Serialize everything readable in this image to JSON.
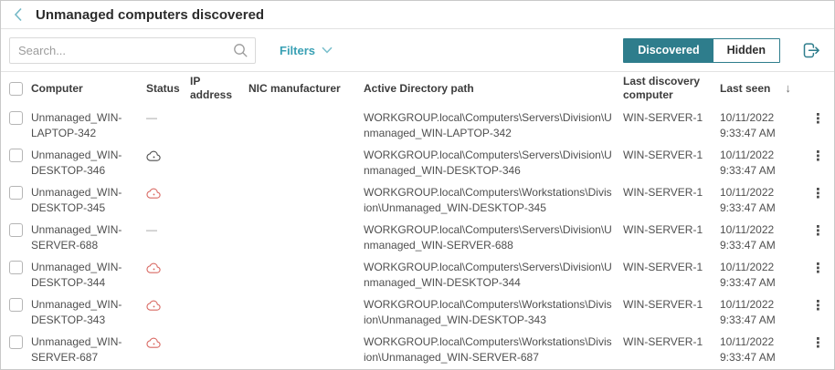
{
  "header": {
    "title": "Unmanaged computers discovered"
  },
  "toolbar": {
    "search_placeholder": "Search...",
    "filters_label": "Filters",
    "discovered_label": "Discovered",
    "hidden_label": "Hidden",
    "view_toggle_active": "Discovered"
  },
  "icons": {
    "back": "chevron-left",
    "search": "magnifier",
    "filters_caret": "chevron-down",
    "export": "export-arrow-right",
    "sort_desc_glyph": "↓",
    "dash_glyph": "—",
    "kebab_glyph": "⋮",
    "status_cloud": "cloud-with-dot"
  },
  "colors": {
    "accent_teal": "#2e7d8c",
    "link_teal": "#39a0b4",
    "status_red": "#d96a64",
    "status_dark": "#4f4f4f"
  },
  "table": {
    "columns": [
      "Computer",
      "Status",
      "IP address",
      "NIC manufacturer",
      "Active Directory path",
      "Last discovery computer",
      "Last seen"
    ],
    "sort": {
      "column": "Last seen",
      "direction": "desc"
    },
    "rows": [
      {
        "computer": "Unmanaged_WIN-LAPTOP-342",
        "status": "dash",
        "ip": "",
        "nic": "",
        "ad_path": "WORKGROUP.local\\Computers\\Servers\\Division\\Unmanaged_WIN-LAPTOP-342",
        "last_discovery": "WIN-SERVER-1",
        "last_seen_date": "10/11/2022",
        "last_seen_time": "9:33:47 AM"
      },
      {
        "computer": "Unmanaged_WIN-DESKTOP-346",
        "status": "cloud-dark",
        "ip": "",
        "nic": "",
        "ad_path": "WORKGROUP.local\\Computers\\Servers\\Division\\Unmanaged_WIN-DESKTOP-346",
        "last_discovery": "WIN-SERVER-1",
        "last_seen_date": "10/11/2022",
        "last_seen_time": "9:33:47 AM"
      },
      {
        "computer": "Unmanaged_WIN-DESKTOP-345",
        "status": "cloud-red",
        "ip": "",
        "nic": "",
        "ad_path": "WORKGROUP.local\\Computers\\Workstations\\Division\\Unmanaged_WIN-DESKTOP-345",
        "last_discovery": "WIN-SERVER-1",
        "last_seen_date": "10/11/2022",
        "last_seen_time": "9:33:47 AM"
      },
      {
        "computer": "Unmanaged_WIN-SERVER-688",
        "status": "dash",
        "ip": "",
        "nic": "",
        "ad_path": "WORKGROUP.local\\Computers\\Servers\\Division\\Unmanaged_WIN-SERVER-688",
        "last_discovery": "WIN-SERVER-1",
        "last_seen_date": "10/11/2022",
        "last_seen_time": "9:33:47 AM"
      },
      {
        "computer": "Unmanaged_WIN-DESKTOP-344",
        "status": "cloud-red",
        "ip": "",
        "nic": "",
        "ad_path": "WORKGROUP.local\\Computers\\Servers\\Division\\Unmanaged_WIN-DESKTOP-344",
        "last_discovery": "WIN-SERVER-1",
        "last_seen_date": "10/11/2022",
        "last_seen_time": "9:33:47 AM"
      },
      {
        "computer": "Unmanaged_WIN-DESKTOP-343",
        "status": "cloud-red",
        "ip": "",
        "nic": "",
        "ad_path": "WORKGROUP.local\\Computers\\Workstations\\Division\\Unmanaged_WIN-DESKTOP-343",
        "last_discovery": "WIN-SERVER-1",
        "last_seen_date": "10/11/2022",
        "last_seen_time": "9:33:47 AM"
      },
      {
        "computer": "Unmanaged_WIN-SERVER-687",
        "status": "cloud-red",
        "ip": "",
        "nic": "",
        "ad_path": "WORKGROUP.local\\Computers\\Workstations\\Division\\Unmanaged_WIN-SERVER-687",
        "last_discovery": "WIN-SERVER-1",
        "last_seen_date": "10/11/2022",
        "last_seen_time": "9:33:47 AM"
      }
    ]
  }
}
